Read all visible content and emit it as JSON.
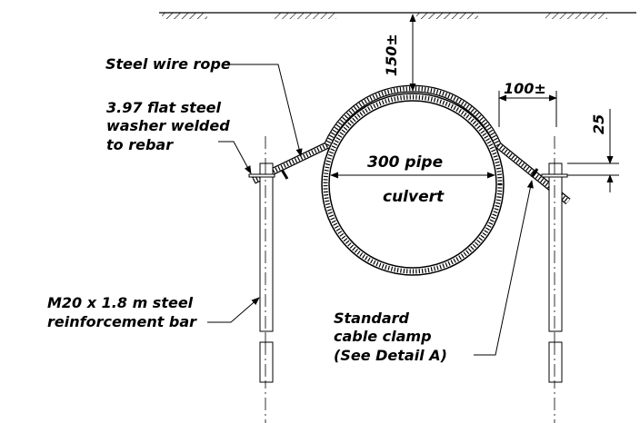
{
  "labels": {
    "steel_wire_rope": "Steel wire rope",
    "washer_line1": "3.97 flat steel",
    "washer_line2": "washer welded",
    "washer_line3": "to rebar",
    "pipe_line1": "300 pipe",
    "pipe_line2": "culvert",
    "rebar_line1": "M20 x 1.8 m steel",
    "rebar_line2": "reinforcement bar",
    "clamp_line1": "Standard",
    "clamp_line2": "cable clamp",
    "clamp_line3": "(See Detail A)"
  },
  "dimensions": {
    "cover": "150±",
    "offset": "100±",
    "rebar_projection": "25"
  }
}
